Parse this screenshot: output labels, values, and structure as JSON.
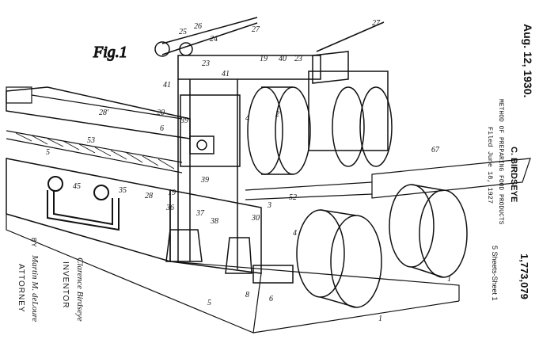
{
  "header": {
    "date": "Aug. 12, 1930.",
    "inventor_name": "C. BIRDSEYE",
    "title": "METHOD OF PREPARING FOOD PRODUCTS",
    "filed": "Filed June 18, 1927",
    "patent_number": "1,773,079",
    "sheets": "5 Sheets-Sheet 1"
  },
  "figure": {
    "label": "Fig.1",
    "refs": [
      "26",
      "27",
      "25",
      "24",
      "27",
      "23",
      "19",
      "40",
      "23",
      "41",
      "41",
      "28'",
      "20",
      "39",
      "6",
      "2",
      "4",
      "53",
      "5",
      "35",
      "45",
      "28",
      "19",
      "39",
      "36",
      "37",
      "38",
      "30",
      "3",
      "52",
      "67",
      "4",
      "1",
      "5",
      "8",
      "6",
      "1"
    ]
  },
  "signature": {
    "inventor_signature": "Clarence Birdseye",
    "inventor_label": "INVENTOR",
    "by": "BY",
    "attorney_signature": "Martin M. deLoure",
    "attorney_label": "ATTORNEY"
  }
}
